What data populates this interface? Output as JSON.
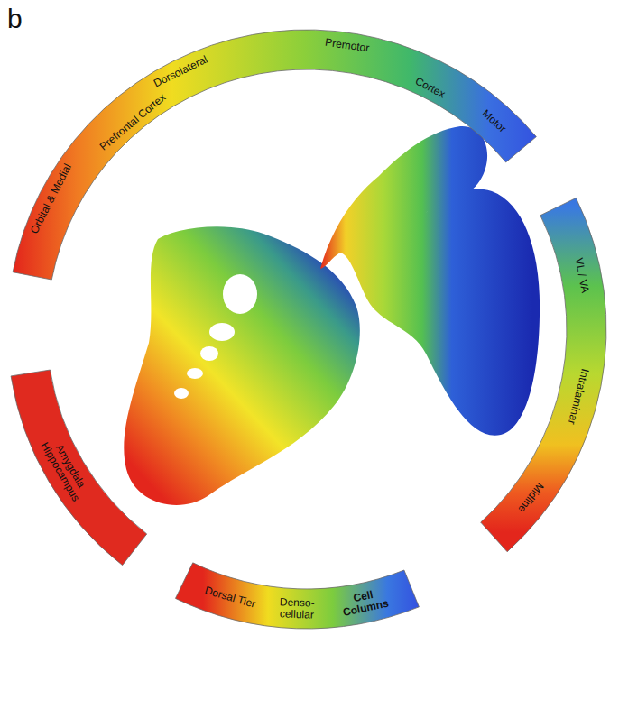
{
  "diagram": {
    "nodes": [
      {
        "text": [
          "Orbital & Medial",
          "Prefrontal Cortex",
          "Dorsolateral",
          "Premotor",
          "Cortex",
          "Motor"
        ]
      },
      {
        "text": [
          "VL / VA",
          "Intralaminar",
          "Midline"
        ]
      },
      {
        "text": [
          "Dorsal Tier",
          "Denso-cellular",
          "Cell Columns"
        ]
      },
      {
        "text": [
          "Amygdala Hippocampus"
        ]
      }
    ],
    "labels": [
      "b"
    ]
  }
}
